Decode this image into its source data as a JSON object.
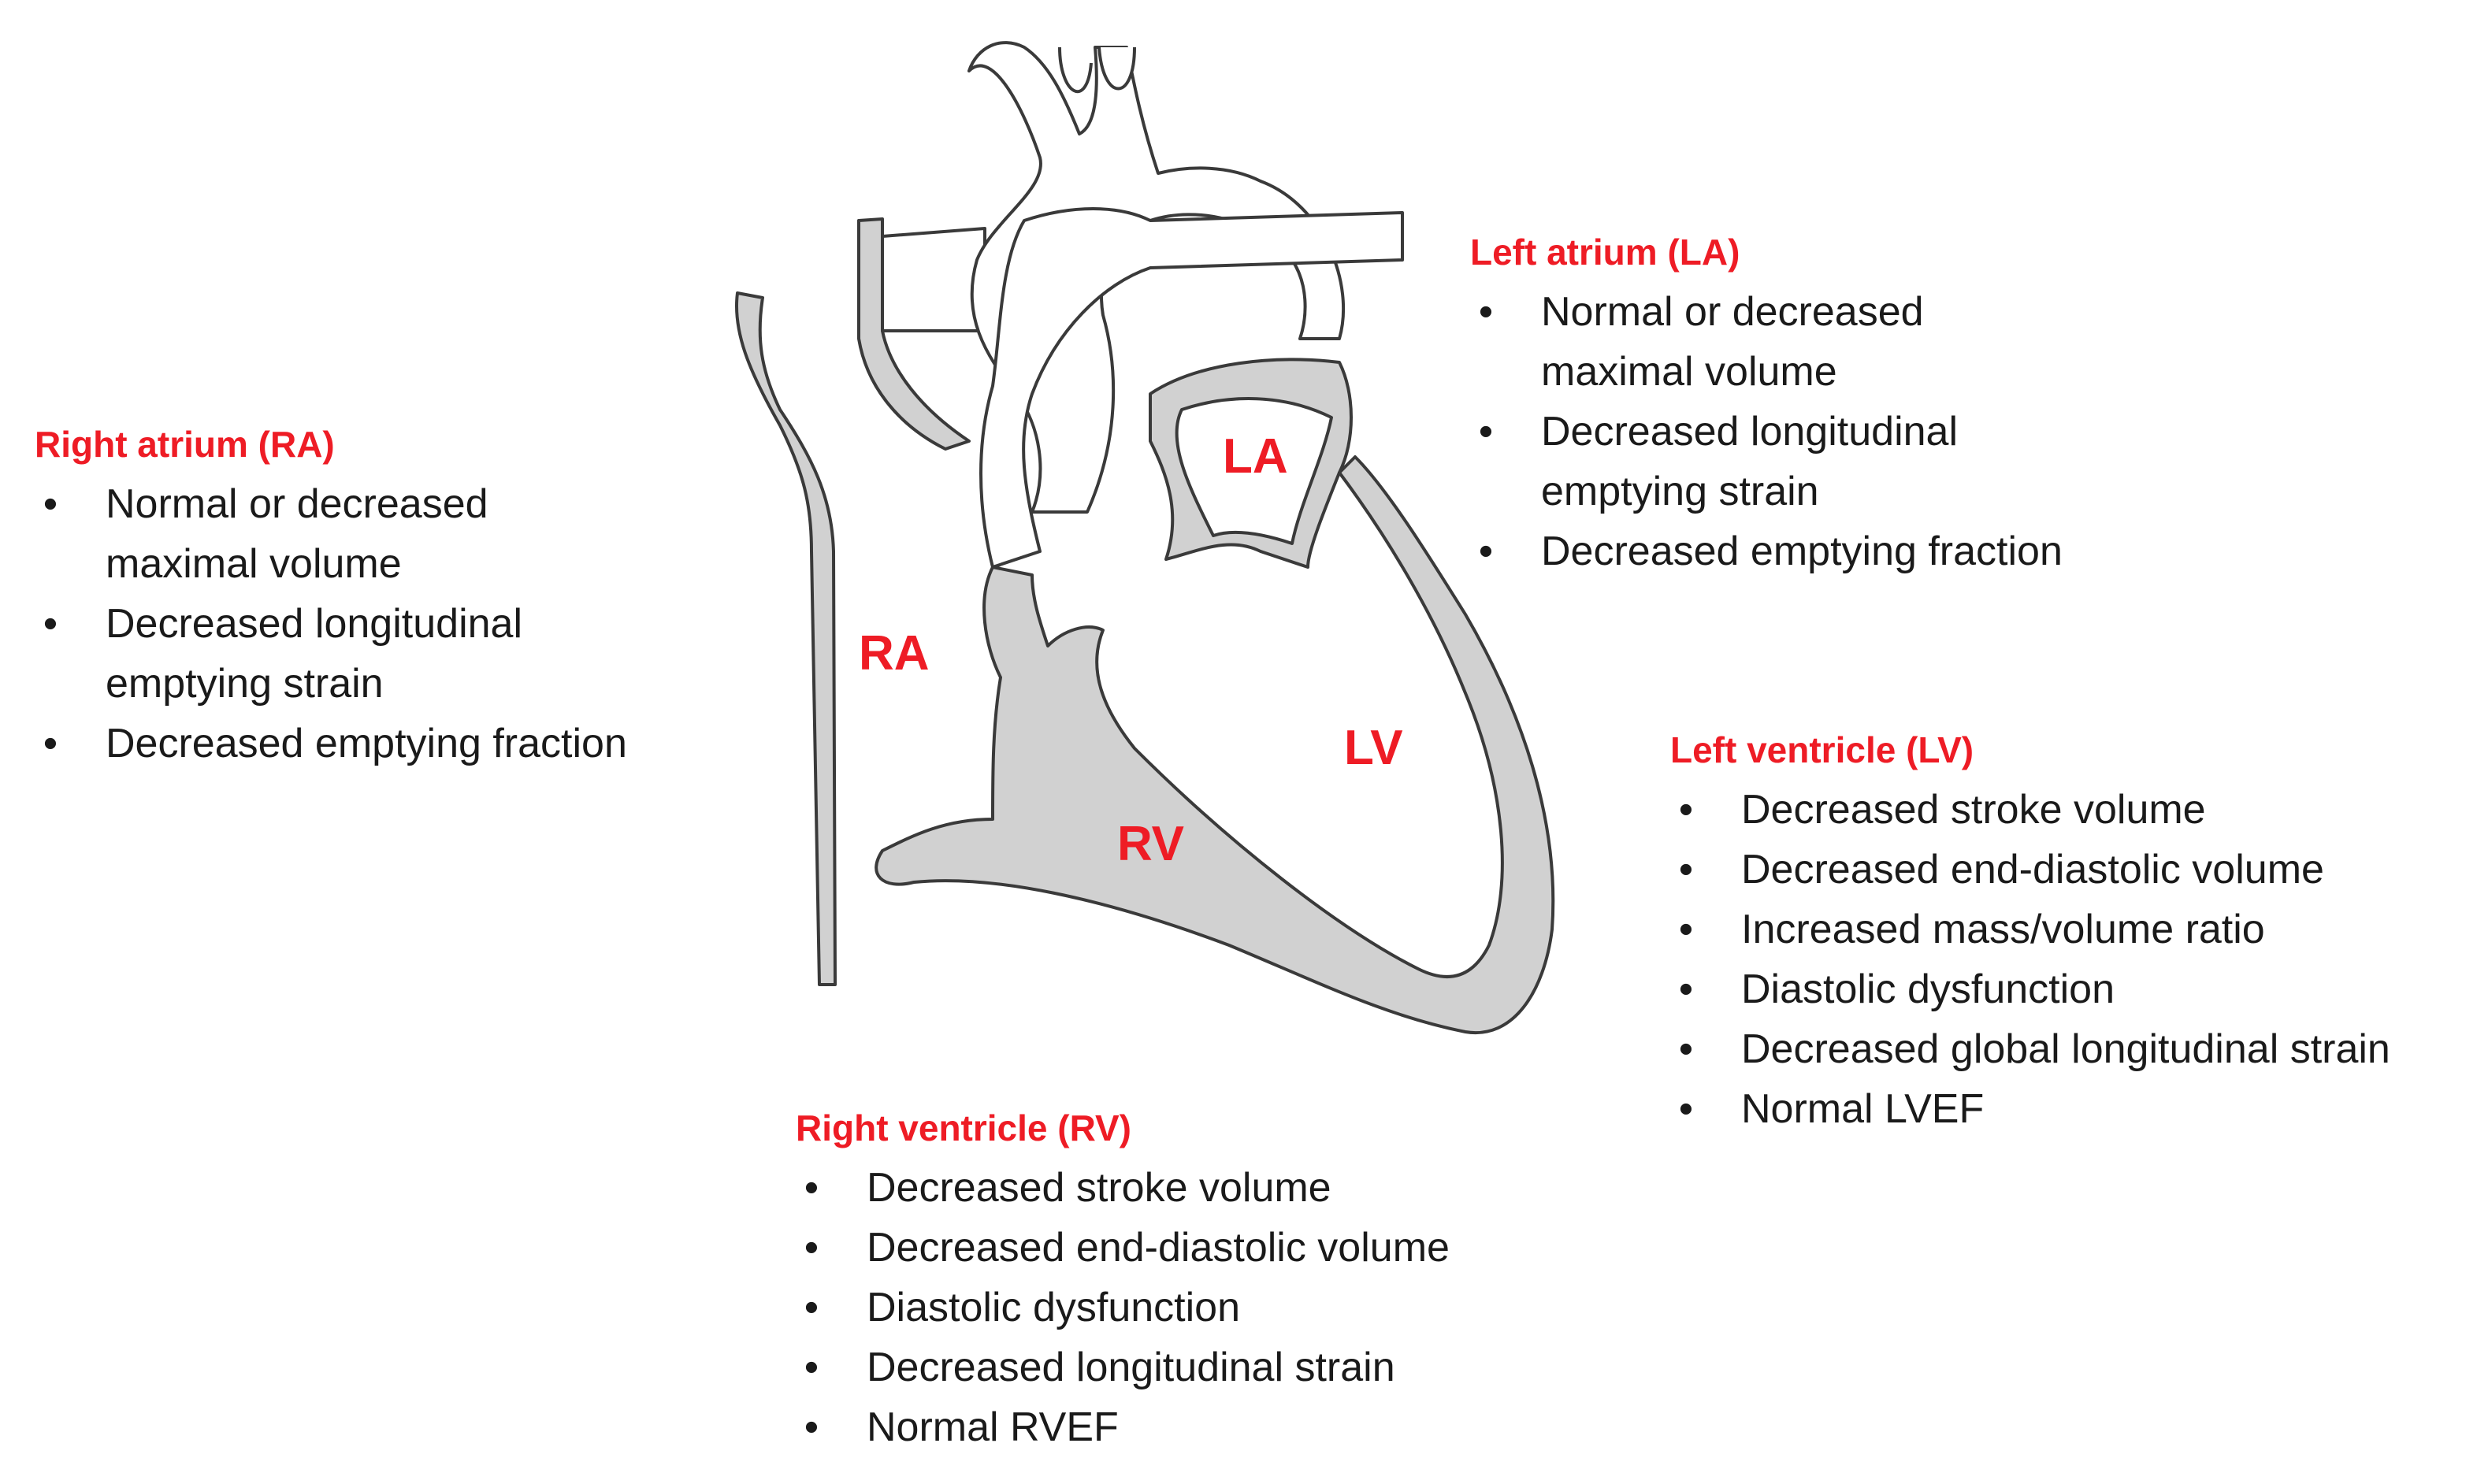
{
  "diagram": {
    "chambers": {
      "la": "LA",
      "ra": "RA",
      "lv": "LV",
      "rv": "RV"
    },
    "colors": {
      "label": "#ee1c25",
      "wall": "#d1d1d1",
      "outline": "#3a3a3a"
    }
  },
  "panels": {
    "right_atrium": {
      "title": "Right atrium (RA)",
      "items": [
        "Normal or decreased\n   maximal volume",
        "Decreased longitudinal\n emptying strain",
        "Decreased emptying fraction"
      ]
    },
    "left_atrium": {
      "title": "Left atrium (LA)",
      "items": [
        "Normal or decreased\n   maximal volume",
        "Decreased longitudinal\n emptying strain",
        "Decreased emptying fraction"
      ]
    },
    "left_ventricle": {
      "title": "Left ventricle (LV)",
      "items": [
        "Decreased stroke volume",
        "Decreased end-diastolic volume",
        "Increased mass/volume ratio",
        "Diastolic dysfunction",
        "Decreased global longitudinal strain",
        "Normal LVEF"
      ]
    },
    "right_ventricle": {
      "title": "Right ventricle (RV)",
      "items": [
        "Decreased stroke volume",
        "Decreased end-diastolic volume",
        "Diastolic dysfunction",
        "Decreased longitudinal strain",
        "Normal RVEF"
      ]
    },
    "bullet_symbol": "•"
  }
}
